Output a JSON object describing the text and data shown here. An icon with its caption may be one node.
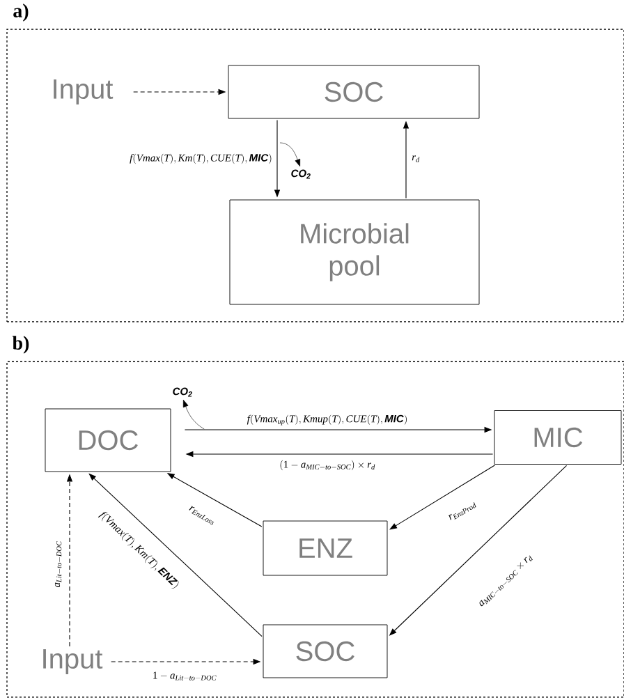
{
  "diagram": {
    "nodes": [
      {
        "text": [
          "a)"
        ]
      },
      {
        "text": [
          "Input"
        ],
        "in": 0
      },
      {
        "text": [
          "SOC"
        ],
        "in": 0
      },
      {
        "text": [
          "Microbial pool"
        ],
        "in": 0
      },
      {
        "text": [
          "CO$_{2}$"
        ],
        "in": 0
      },
      {
        "text": [
          "b)"
        ]
      },
      {
        "text": [
          "DOC"
        ],
        "in": 5
      },
      {
        "text": [
          "MIC"
        ],
        "in": 5
      },
      {
        "text": [
          "ENZ"
        ],
        "in": 5
      },
      {
        "text": [
          "SOC"
        ],
        "in": 5
      },
      {
        "text": [
          "Input"
        ],
        "in": 5
      },
      {
        "text": [
          "CO$_{2}$"
        ],
        "in": 5
      }
    ],
    "edges": [
      {
        "from": 1,
        "to": 2,
        "arrow": "to",
        "style": "dashed"
      },
      {
        "from": 2,
        "to": 3,
        "arrow": "to",
        "label": "f(Vmax(T),Km(T),CUE(T),\\textbf{\\textit{MIC}})"
      },
      {
        "from": null,
        "to": 4,
        "arrow": "to"
      },
      {
        "from": 3,
        "to": 2,
        "arrow": "to",
        "label": "r_d"
      },
      {
        "from": 6,
        "to": 7,
        "arrow": "to",
        "label": "f(Vmax_{up}(T),Kmup(T),CUE(T),\\textbf{\\textit{MIC}})"
      },
      {
        "from": null,
        "to": 11,
        "arrow": "to"
      },
      {
        "from": 7,
        "to": 6,
        "arrow": "to",
        "label": "(1-a_{MIC-to-SOC})\\times r_d"
      },
      {
        "from": 8,
        "to": 6,
        "arrow": "to",
        "label": "r_{EnzLoss}"
      },
      {
        "from": 7,
        "to": 8,
        "arrow": "to",
        "label": "r_{EnzProd}"
      },
      {
        "from": 7,
        "to": 9,
        "arrow": "to",
        "label": "a_{MIC-to-SOC}\\times r_d"
      },
      {
        "from": 9,
        "to": 6,
        "arrow": "to",
        "label": "f(Vmax(T),Km(T),\\textbf{\\textit{ENZ}})"
      },
      {
        "from": 10,
        "to": 6,
        "arrow": "to",
        "style": "dashed",
        "label": "a_{Lit-to-DOC}"
      },
      {
        "from": 10,
        "to": 9,
        "arrow": "to",
        "style": "dashed",
        "label": "1-a_{Lit-to-DOC}"
      }
    ]
  }
}
